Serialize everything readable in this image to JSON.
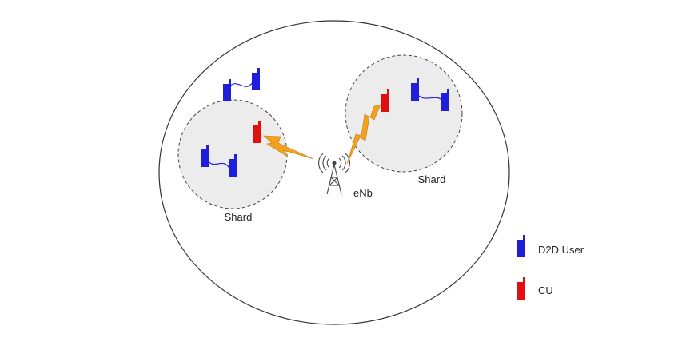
{
  "diagram": {
    "tower_label": "eNb",
    "shard_labels": [
      "Shard",
      "Shard"
    ],
    "legend": {
      "d2d_label": "D2D User",
      "cu_label": "CU"
    }
  },
  "colors": {
    "d2d_user": "#1f1fdb",
    "cu": "#e01010",
    "link_bolt": "#f3a11f",
    "shard_fill": "#ececec",
    "cell_border": "#333333"
  }
}
